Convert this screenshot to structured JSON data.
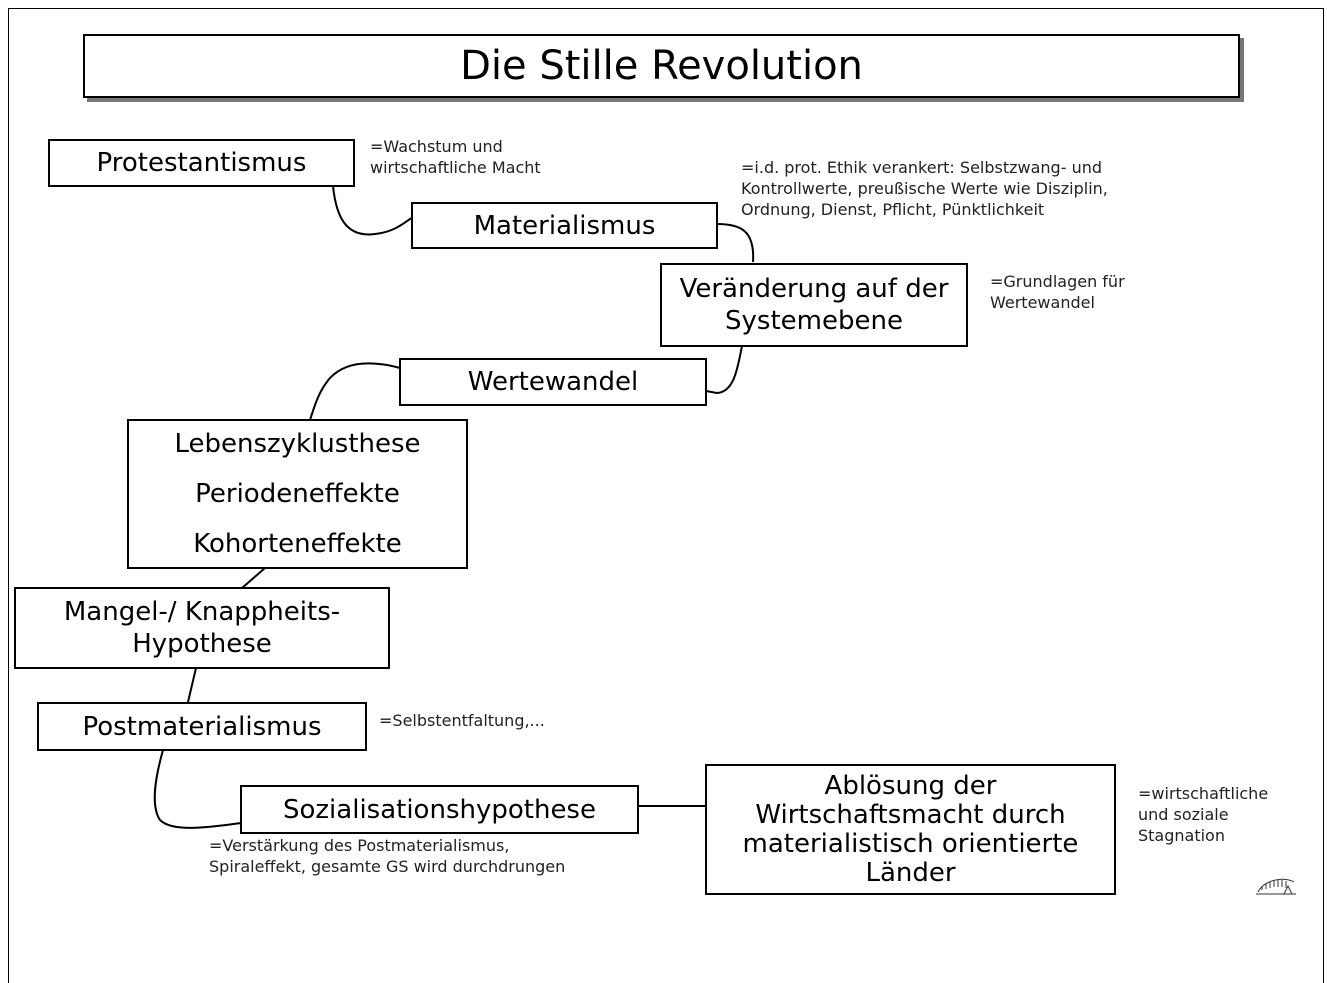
{
  "title": "Die Stille Revolution",
  "nodes": {
    "protestantismus": "Protestantismus",
    "materialismus": "Materialismus",
    "veraenderung": "Veränderung auf der Systemebene",
    "wertewandel": "Wertewandel",
    "lebenszyklus": [
      "Lebenszyklusthese",
      "Periodeneffekte",
      "Kohorteneffekte"
    ],
    "mangel": "Mangel-/ Knappheits-Hypothese",
    "postmaterialismus": "Postmaterialismus",
    "sozialisation": "Sozialisationshypothese",
    "abloesung": "Ablösung der Wirtschaftsmacht durch materialistisch orientierte Länder"
  },
  "notes": {
    "protestantismus": "=Wachstum und\nwirtschaftliche Macht",
    "materialismus": "=i.d. prot. Ethik verankert: Selbstzwang- und\nKontrollwerte, preußische Werte wie Disziplin,\nOrdnung, Dienst, Pflicht, Pünktlichkeit",
    "veraenderung": "=Grundlagen für\nWertewandel",
    "postmaterialismus": "=Selbstentfaltung,...",
    "sozialisation": "=Verstärkung des Postmaterialismus,\nSpiraleffekt, gesamte GS wird durchdrungen",
    "abloesung": "=wirtschaftliche\nund soziale\nStagnation"
  }
}
